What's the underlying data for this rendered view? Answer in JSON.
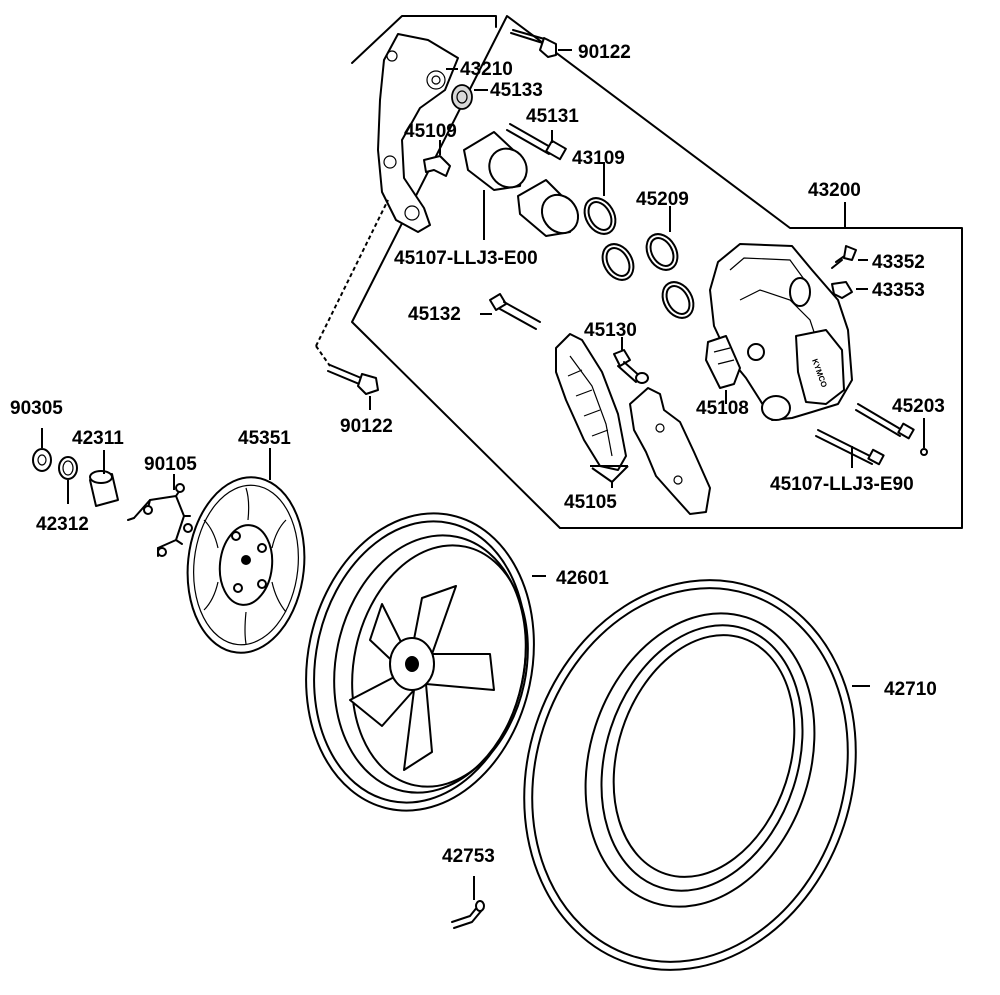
{
  "part_numbers": {
    "p90122_top": "90122",
    "p43210": "43210",
    "p45133": "45133",
    "p45131": "45131",
    "p45109": "45109",
    "p43109": "43109",
    "p43200": "43200",
    "p45209": "45209",
    "p45107_e00": "45107-LLJ3-E00",
    "p43352": "43352",
    "p43353": "43353",
    "p45132": "45132",
    "p45130": "45130",
    "p45108": "45108",
    "p45203": "45203",
    "p90122_bottom": "90122",
    "p45107_e90": "45107-LLJ3-E90",
    "p45105": "45105",
    "p90305": "90305",
    "p42311": "42311",
    "p45351": "45351",
    "p90105": "90105",
    "p42312": "42312",
    "p42601": "42601",
    "p42710": "42710",
    "p42753": "42753"
  },
  "caliper_brand": "KYMCO",
  "colors": {
    "line": "#000000",
    "background": "#ffffff",
    "part_fill": "#d8d8d8"
  }
}
